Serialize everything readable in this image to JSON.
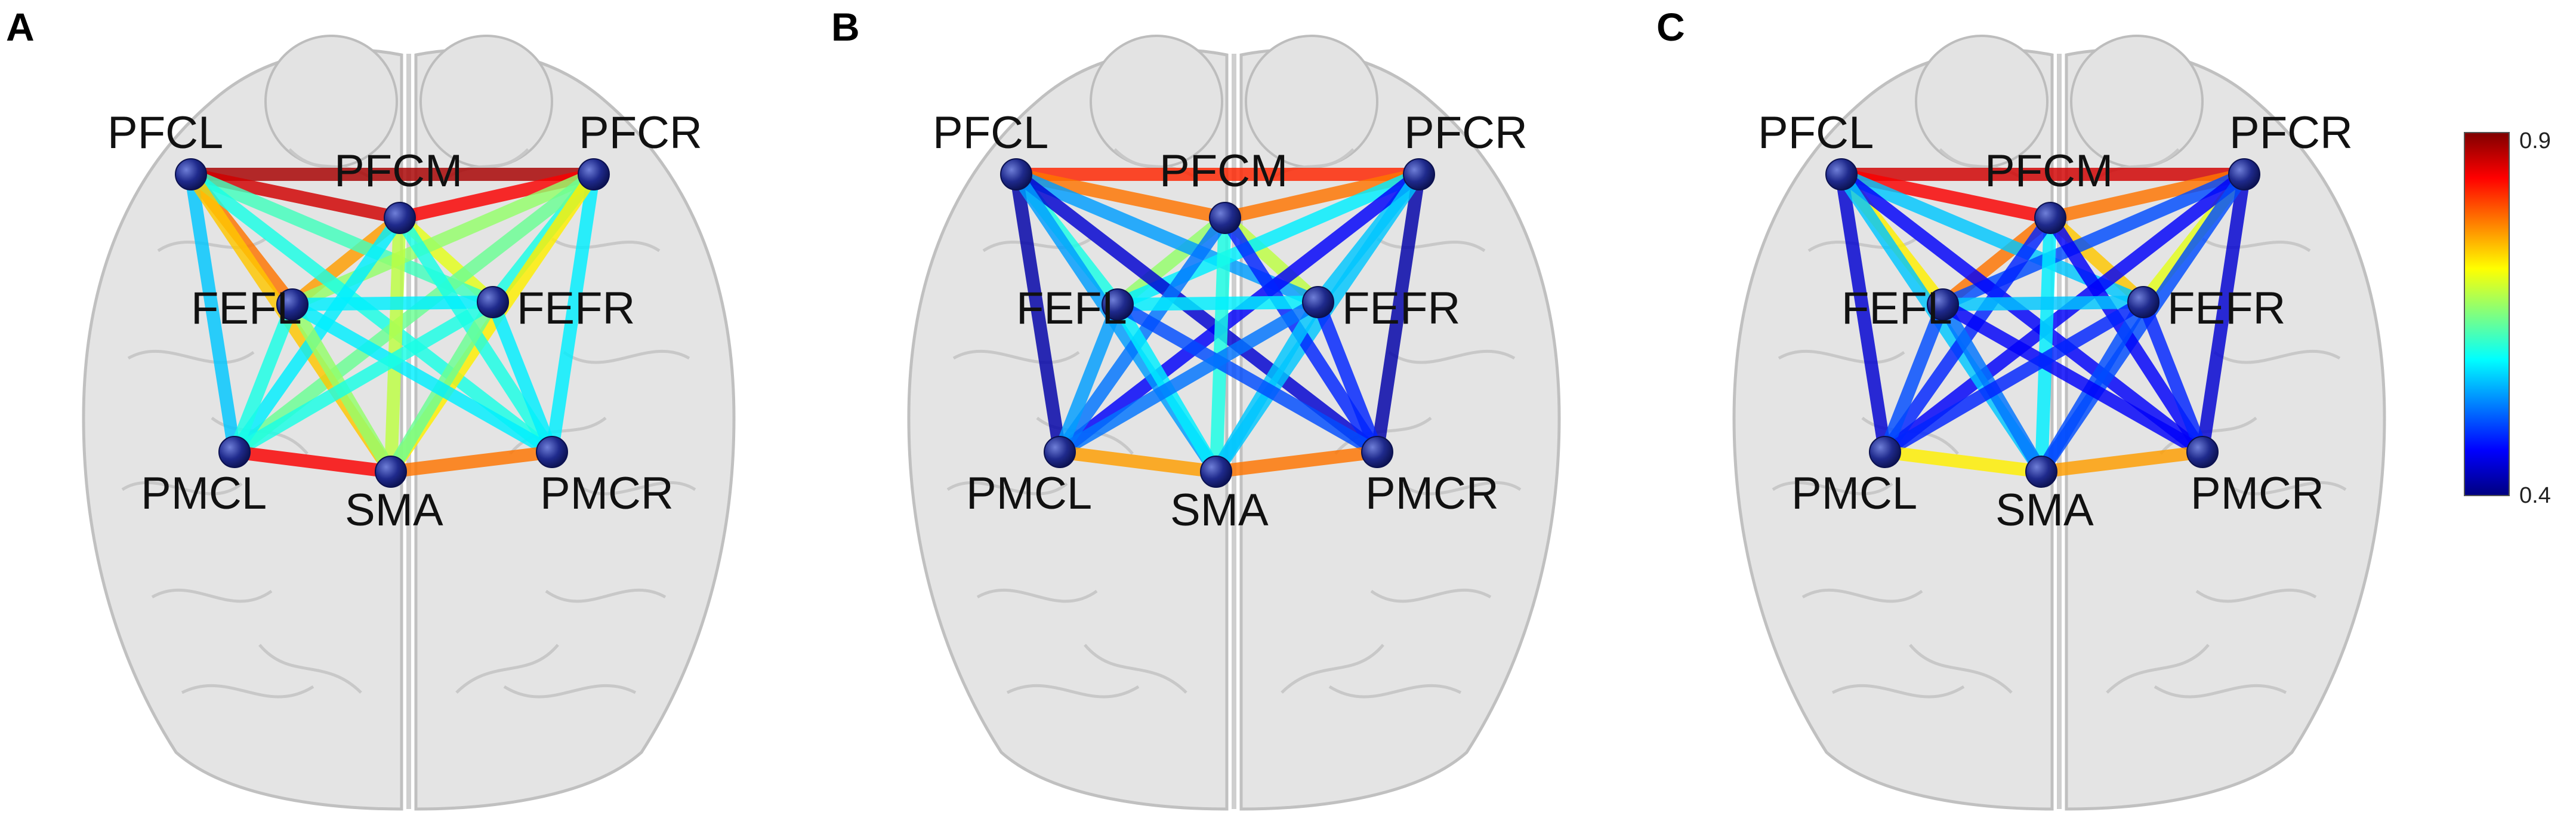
{
  "panels": [
    {
      "label": "A",
      "edges": [
        {
          "from": "PFCL",
          "to": "PFCR",
          "value": 0.88
        },
        {
          "from": "PFCL",
          "to": "PFCM",
          "value": 0.86
        },
        {
          "from": "PFCM",
          "to": "PFCR",
          "value": 0.84
        },
        {
          "from": "PFCL",
          "to": "FEFL",
          "value": 0.78
        },
        {
          "from": "PFCR",
          "to": "FEFR",
          "value": 0.6
        },
        {
          "from": "PFCM",
          "to": "FEFL",
          "value": 0.76
        },
        {
          "from": "PFCM",
          "to": "FEFR",
          "value": 0.7
        },
        {
          "from": "PFCL",
          "to": "FEFR",
          "value": 0.62
        },
        {
          "from": "PFCR",
          "to": "FEFL",
          "value": 0.66
        },
        {
          "from": "PFCL",
          "to": "PMCL",
          "value": 0.56
        },
        {
          "from": "PFCR",
          "to": "PMCR",
          "value": 0.58
        },
        {
          "from": "PFCL",
          "to": "PMCR",
          "value": 0.6
        },
        {
          "from": "PFCR",
          "to": "PMCL",
          "value": 0.64
        },
        {
          "from": "PFCL",
          "to": "SMA",
          "value": 0.74
        },
        {
          "from": "PFCR",
          "to": "SMA",
          "value": 0.72
        },
        {
          "from": "PFCM",
          "to": "SMA",
          "value": 0.68
        },
        {
          "from": "PFCM",
          "to": "PMCL",
          "value": 0.58
        },
        {
          "from": "PFCM",
          "to": "PMCR",
          "value": 0.6
        },
        {
          "from": "FEFL",
          "to": "FEFR",
          "value": 0.58
        },
        {
          "from": "FEFL",
          "to": "PMCL",
          "value": 0.6
        },
        {
          "from": "FEFR",
          "to": "PMCR",
          "value": 0.58
        },
        {
          "from": "FEFL",
          "to": "SMA",
          "value": 0.66
        },
        {
          "from": "FEFR",
          "to": "SMA",
          "value": 0.64
        },
        {
          "from": "FEFL",
          "to": "PMCR",
          "value": 0.58
        },
        {
          "from": "FEFR",
          "to": "PMCL",
          "value": 0.6
        },
        {
          "from": "PMCL",
          "to": "SMA",
          "value": 0.84
        },
        {
          "from": "PMCR",
          "to": "SMA",
          "value": 0.78
        }
      ]
    },
    {
      "label": "B",
      "edges": [
        {
          "from": "PFCL",
          "to": "PFCR",
          "value": 0.82
        },
        {
          "from": "PFCL",
          "to": "PFCM",
          "value": 0.78
        },
        {
          "from": "PFCM",
          "to": "PFCR",
          "value": 0.78
        },
        {
          "from": "PFCL",
          "to": "FEFL",
          "value": 0.6
        },
        {
          "from": "PFCR",
          "to": "FEFR",
          "value": 0.56
        },
        {
          "from": "PFCM",
          "to": "FEFL",
          "value": 0.66
        },
        {
          "from": "PFCM",
          "to": "FEFR",
          "value": 0.68
        },
        {
          "from": "PFCL",
          "to": "FEFR",
          "value": 0.54
        },
        {
          "from": "PFCR",
          "to": "FEFL",
          "value": 0.58
        },
        {
          "from": "PFCL",
          "to": "PMCL",
          "value": 0.42
        },
        {
          "from": "PFCR",
          "to": "PMCR",
          "value": 0.42
        },
        {
          "from": "PFCL",
          "to": "PMCR",
          "value": 0.44
        },
        {
          "from": "PFCR",
          "to": "PMCL",
          "value": 0.46
        },
        {
          "from": "PFCL",
          "to": "SMA",
          "value": 0.54
        },
        {
          "from": "PFCR",
          "to": "SMA",
          "value": 0.56
        },
        {
          "from": "PFCM",
          "to": "SMA",
          "value": 0.6
        },
        {
          "from": "PFCM",
          "to": "PMCL",
          "value": 0.52
        },
        {
          "from": "PFCM",
          "to": "PMCR",
          "value": 0.48
        },
        {
          "from": "FEFL",
          "to": "FEFR",
          "value": 0.58
        },
        {
          "from": "FEFL",
          "to": "PMCL",
          "value": 0.54
        },
        {
          "from": "FEFR",
          "to": "PMCR",
          "value": 0.48
        },
        {
          "from": "FEFL",
          "to": "SMA",
          "value": 0.58
        },
        {
          "from": "FEFR",
          "to": "SMA",
          "value": 0.56
        },
        {
          "from": "FEFL",
          "to": "PMCR",
          "value": 0.5
        },
        {
          "from": "FEFR",
          "to": "PMCL",
          "value": 0.52
        },
        {
          "from": "PMCL",
          "to": "SMA",
          "value": 0.76
        },
        {
          "from": "PMCR",
          "to": "SMA",
          "value": 0.78
        }
      ]
    },
    {
      "label": "C",
      "edges": [
        {
          "from": "PFCL",
          "to": "PFCR",
          "value": 0.86
        },
        {
          "from": "PFCL",
          "to": "PFCM",
          "value": 0.84
        },
        {
          "from": "PFCM",
          "to": "PFCR",
          "value": 0.78
        },
        {
          "from": "PFCL",
          "to": "FEFL",
          "value": 0.72
        },
        {
          "from": "PFCR",
          "to": "FEFR",
          "value": 0.7
        },
        {
          "from": "PFCM",
          "to": "FEFL",
          "value": 0.78
        },
        {
          "from": "PFCM",
          "to": "FEFR",
          "value": 0.74
        },
        {
          "from": "PFCL",
          "to": "FEFR",
          "value": 0.56
        },
        {
          "from": "PFCR",
          "to": "FEFL",
          "value": 0.5
        },
        {
          "from": "PFCL",
          "to": "PMCL",
          "value": 0.44
        },
        {
          "from": "PFCR",
          "to": "PMCR",
          "value": 0.44
        },
        {
          "from": "PFCL",
          "to": "PMCR",
          "value": 0.46
        },
        {
          "from": "PFCR",
          "to": "PMCL",
          "value": 0.46
        },
        {
          "from": "PFCL",
          "to": "SMA",
          "value": 0.56
        },
        {
          "from": "PFCR",
          "to": "SMA",
          "value": 0.5
        },
        {
          "from": "PFCM",
          "to": "SMA",
          "value": 0.58
        },
        {
          "from": "PFCM",
          "to": "PMCL",
          "value": 0.48
        },
        {
          "from": "PFCM",
          "to": "PMCR",
          "value": 0.46
        },
        {
          "from": "FEFL",
          "to": "FEFR",
          "value": 0.56
        },
        {
          "from": "FEFL",
          "to": "PMCL",
          "value": 0.5
        },
        {
          "from": "FEFR",
          "to": "PMCR",
          "value": 0.48
        },
        {
          "from": "FEFL",
          "to": "SMA",
          "value": 0.52
        },
        {
          "from": "FEFR",
          "to": "SMA",
          "value": 0.5
        },
        {
          "from": "FEFL",
          "to": "PMCR",
          "value": 0.46
        },
        {
          "from": "FEFR",
          "to": "PMCL",
          "value": 0.48
        },
        {
          "from": "PMCL",
          "to": "SMA",
          "value": 0.72
        },
        {
          "from": "PMCR",
          "to": "SMA",
          "value": 0.76
        }
      ]
    }
  ],
  "node_labels": {
    "PFCL": "PFCL",
    "PFCM": "PFCM",
    "PFCR": "PFCR",
    "FEFL": "FEFL",
    "FEFR": "FEFR",
    "PMCL": "PMCL",
    "SMA": "SMA",
    "PMCR": "PMCR"
  },
  "colorbar": {
    "min": 0.4,
    "max": 0.9,
    "max_label": "0.9",
    "min_label": "0.4",
    "colormap": "jet"
  },
  "colors": {
    "node": "#1f2a8c",
    "brain_fill": "#e3e3e3",
    "brain_stroke": "#bdbdbd"
  }
}
